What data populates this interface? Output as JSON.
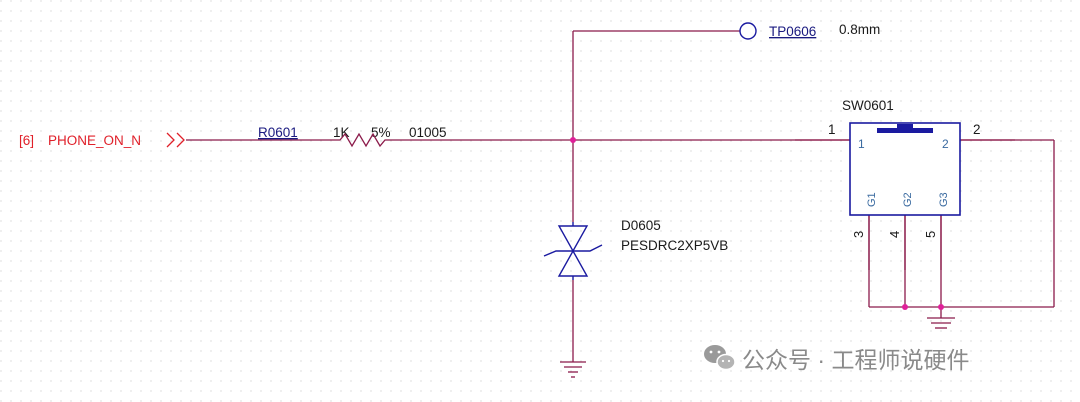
{
  "net": {
    "sheet_ref": "[6]",
    "name": "PHONE_ON_N",
    "color": "#e0202a"
  },
  "resistor": {
    "ref": "R0601",
    "value": "1K",
    "tolerance": "5%",
    "package": "01005"
  },
  "test_point": {
    "ref": "TP0606",
    "size": "0.8mm"
  },
  "diode": {
    "ref": "D0605",
    "part": "PESDRC2XP5VB"
  },
  "switch": {
    "ref": "SW0601",
    "pin1_num": "1",
    "pin2_num": "2",
    "pin3_num": "3",
    "pin4_num": "4",
    "pin5_num": "5",
    "pin1_name": "1",
    "pin2_name": "2",
    "g1": "G1",
    "g2": "G2",
    "g3": "G3"
  },
  "watermark": {
    "text": "公众号 · 工程师说硬件"
  },
  "colors": {
    "wire": "#8b1a4a",
    "junction": "#e0209a",
    "component": "#1a1aa0",
    "text": "#1a1a1a",
    "net_label": "#e0202a"
  }
}
